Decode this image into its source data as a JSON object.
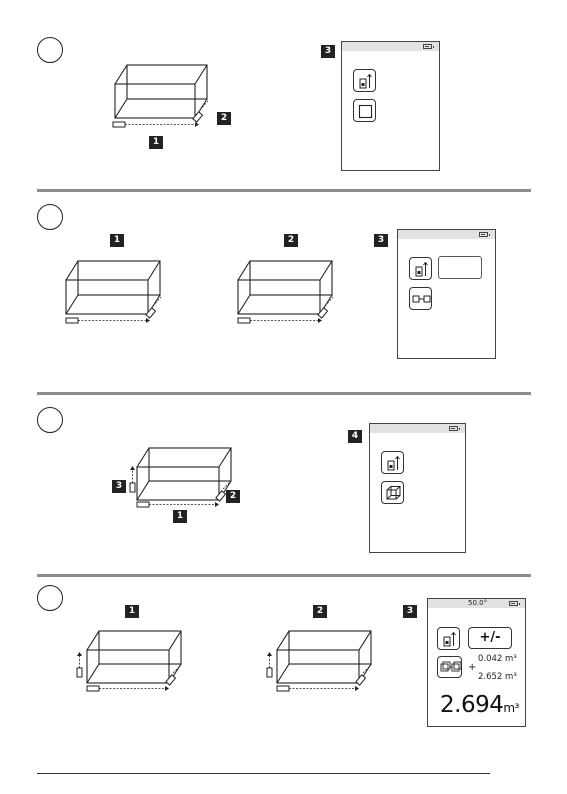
{
  "sections": [
    {
      "step_badges": {
        "edge_1": "1",
        "edge_2": "2"
      },
      "screen": {
        "badge": "3"
      }
    },
    {
      "step_badges": {
        "scene_1": "1",
        "scene_2": "2",
        "screen": "3"
      }
    },
    {
      "step_badges": {
        "edge_1": "1",
        "edge_2": "2",
        "edge_3": "3"
      },
      "screen": {
        "badge": "4"
      }
    },
    {
      "step_badges": {
        "scene_1": "1",
        "scene_2": "2",
        "screen": "3"
      },
      "screen": {
        "angle": "50.0°",
        "plus_minus": "+/-",
        "plus_sign": "+",
        "value_1": "0.042 m³",
        "value_2": "2.652 m³",
        "result": "2.694",
        "result_unit": "m³"
      }
    }
  ]
}
